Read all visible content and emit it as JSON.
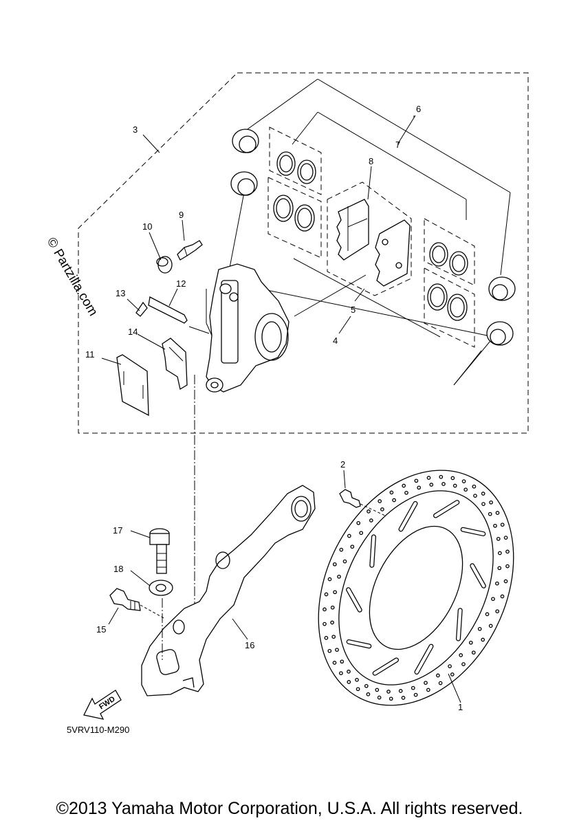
{
  "watermark": "© Partzilla.com",
  "callouts": {
    "c1": "1",
    "c2": "2",
    "c3": "3",
    "c4": "4",
    "c5": "5",
    "c6": "6",
    "c7": "7",
    "c8": "8",
    "c9": "9",
    "c10": "10",
    "c11": "11",
    "c12": "12",
    "c13": "13",
    "c14": "14",
    "c15": "15",
    "c16": "16",
    "c17": "17",
    "c18": "18"
  },
  "fwd_label": "FWD",
  "diagram_code": "5VRV110-M290",
  "copyright": "©2013 Yamaha Motor Corporation, U.S.A. All rights reserved."
}
